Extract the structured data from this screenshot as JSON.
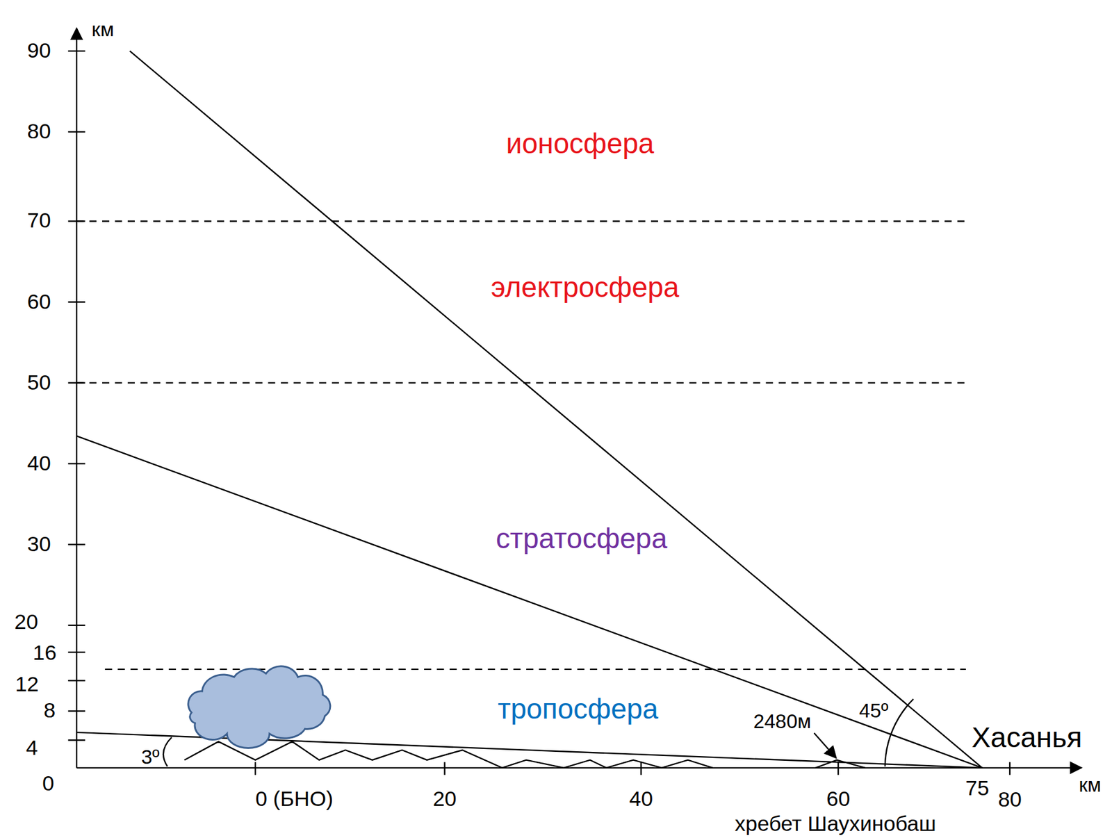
{
  "diagram": {
    "labels": [
      "км",
      "90",
      "80",
      "70",
      "60",
      "50",
      "40",
      "30",
      "20",
      "16",
      "12",
      "8",
      "4",
      "0",
      "0 (БНО)",
      "20",
      "40",
      "60",
      "75",
      "80",
      "км",
      "хребет Шаухинобаш",
      "ионосфера",
      "электросфера",
      "стратосфера",
      "тропосфера",
      "3º",
      "45º",
      "2480м",
      "Хасанья"
    ]
  }
}
